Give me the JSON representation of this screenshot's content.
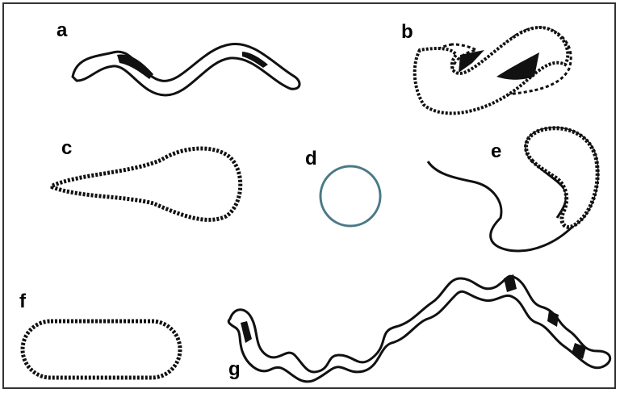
{
  "labels": {
    "a": "a",
    "b": "b",
    "c": "c",
    "d": "d",
    "e": "e",
    "f": "f",
    "g": "g"
  },
  "colors": {
    "outline": "#111111",
    "fill": "#ffffff",
    "shading": "#111111",
    "shape_d": "#4a7a86"
  }
}
